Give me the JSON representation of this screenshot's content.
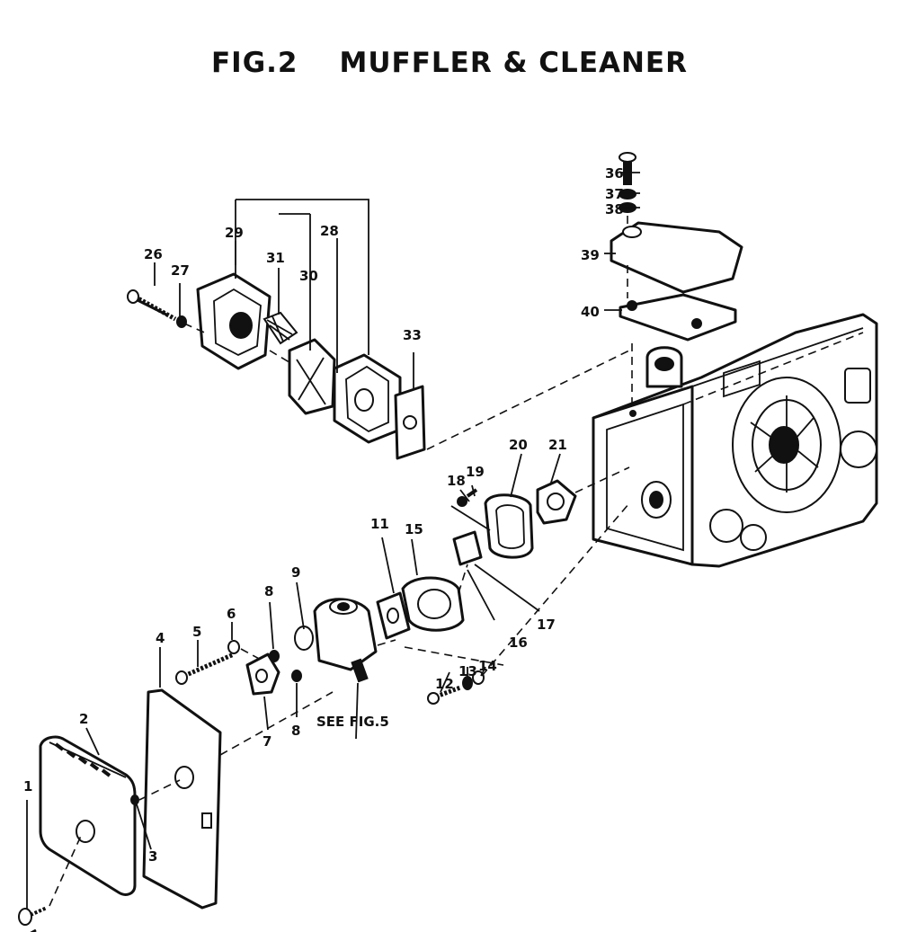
{
  "title": {
    "fig": "FIG.2",
    "name": "MUFFLER & CLEANER"
  },
  "callouts": [
    "1",
    "2",
    "3",
    "4",
    "5",
    "6",
    "7",
    "8",
    "9",
    "11",
    "12",
    "13",
    "14",
    "15",
    "16",
    "17",
    "18",
    "19",
    "20",
    "21",
    "26",
    "27",
    "28",
    "29",
    "30",
    "31",
    "33",
    "36",
    "37",
    "38",
    "39",
    "40"
  ],
  "see_note": "SEE FIG.5"
}
